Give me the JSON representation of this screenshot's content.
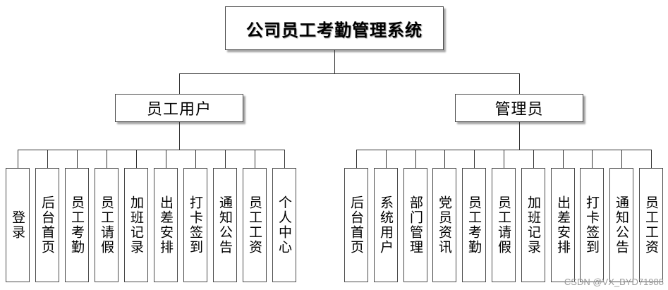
{
  "title": "公司员工考勤管理系统",
  "groups": [
    {
      "label": "员工用户",
      "items": [
        "登录",
        "后台首页",
        "员工考勤",
        "员工请假",
        "加班记录",
        "出差安排",
        "打卡签到",
        "通知公告",
        "员工工资",
        "个人中心"
      ]
    },
    {
      "label": "管理员",
      "items": [
        "后台首页",
        "系统用户",
        "部门管理",
        "党员资讯",
        "员工考勤",
        "员工请假",
        "加班记录",
        "出差安排",
        "打卡签到",
        "通知公告",
        "员工工资"
      ]
    }
  ],
  "watermark": "CSDN @VX_BYD71988"
}
